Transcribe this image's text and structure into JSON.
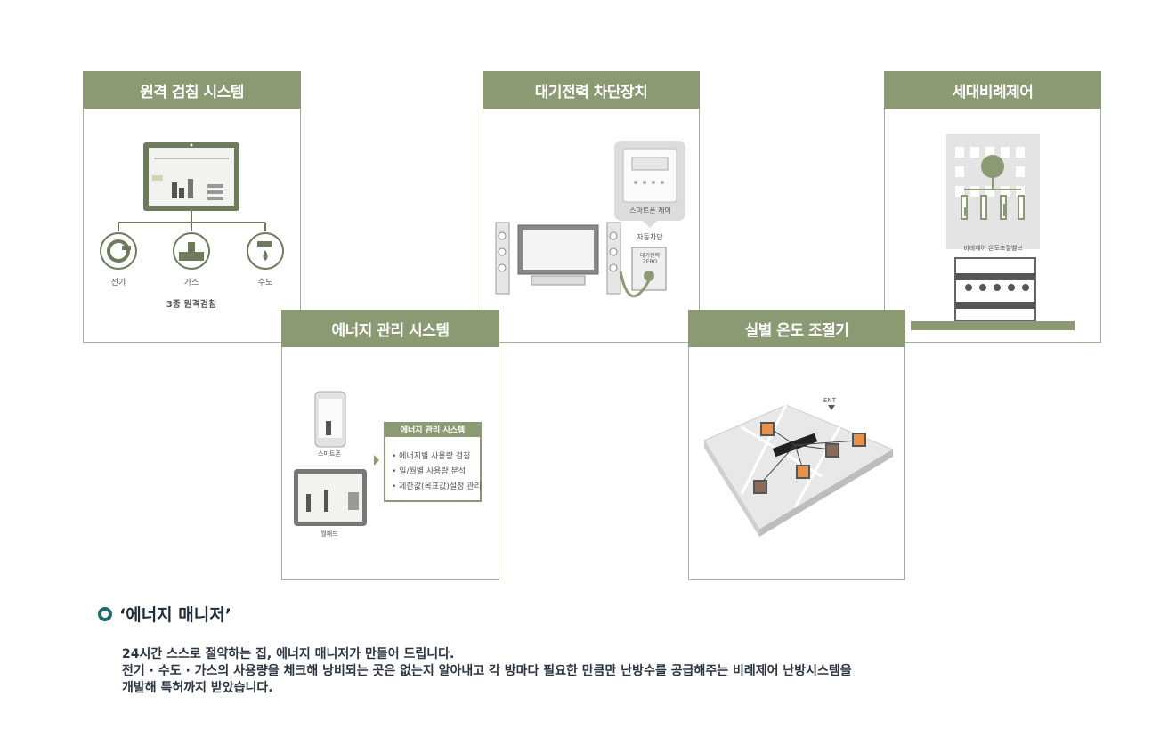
{
  "panels": {
    "remote_meter": {
      "title": "원격 검침 시스템",
      "labels": [
        "전기",
        "가스",
        "수도"
      ],
      "caption": "3종 원격검침"
    },
    "standby_power": {
      "title": "대기전력 차단장치",
      "smartphone_label": "스마트폰 제어",
      "auto_label": "자동차단",
      "device_text": "대기전력 ZERO"
    },
    "proportional": {
      "title": "세대비례제어",
      "valve_label": "비례제어 온도조절밸브"
    },
    "energy_mgmt": {
      "title": "에너지 관리 시스템",
      "phone_label": "스마트폰",
      "pad_label": "월패드",
      "box_title": "에너지 관리 시스템",
      "box_items": [
        "• 에너지별 사용량 검침",
        "• 일/월별 사용량 분석",
        "• 제한값(목표값)설정 관리"
      ]
    },
    "room_temp": {
      "title": "실별 온도 조절기",
      "ent_label": "ENT"
    }
  },
  "section": {
    "title": "‘에너지 매니저’",
    "lines": [
      "24시간 스스로 절약하는 집, 에너지 매니저가 만들어 드립니다.",
      "전기 · 수도 · 가스의 사용량을 체크해 낭비되는 곳은 없는지 알아내고 각 방마다 필요한 만큼만 난방수를 공급해주는 비례제어 난방시스템을",
      "개발해 특허까지 받았습니다."
    ]
  },
  "colors": {
    "header": "#8c9a74",
    "accent_ring": "#1f6b72",
    "orange": "#e8914a"
  }
}
